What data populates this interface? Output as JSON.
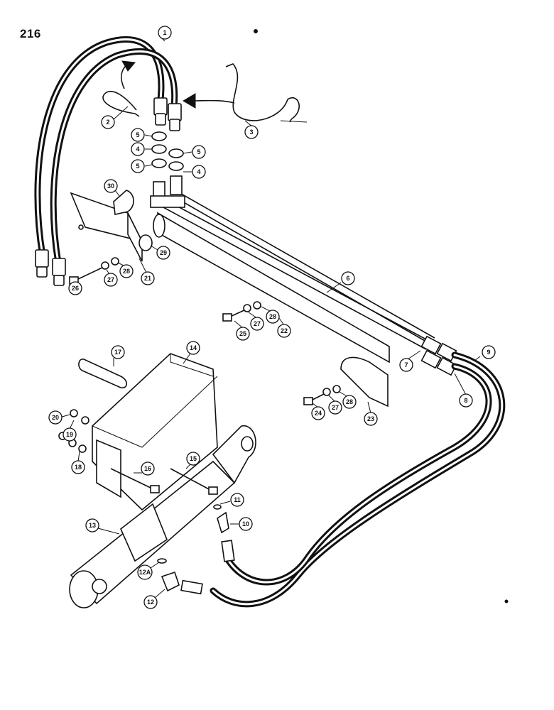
{
  "page_number": "216",
  "callouts": [
    {
      "id": "1"
    },
    {
      "id": "2"
    },
    {
      "id": "3"
    },
    {
      "id": "4"
    },
    {
      "id": "4"
    },
    {
      "id": "5"
    },
    {
      "id": "5"
    },
    {
      "id": "5"
    },
    {
      "id": "6"
    },
    {
      "id": "7"
    },
    {
      "id": "8"
    },
    {
      "id": "9"
    },
    {
      "id": "10"
    },
    {
      "id": "11"
    },
    {
      "id": "12"
    },
    {
      "id": "12A"
    },
    {
      "id": "13"
    },
    {
      "id": "14"
    },
    {
      "id": "15"
    },
    {
      "id": "16"
    },
    {
      "id": "17"
    },
    {
      "id": "18"
    },
    {
      "id": "19"
    },
    {
      "id": "20"
    },
    {
      "id": "21"
    },
    {
      "id": "22"
    },
    {
      "id": "23"
    },
    {
      "id": "24"
    },
    {
      "id": "25"
    },
    {
      "id": "26"
    },
    {
      "id": "27"
    },
    {
      "id": "27"
    },
    {
      "id": "27"
    },
    {
      "id": "28"
    },
    {
      "id": "28"
    },
    {
      "id": "28"
    },
    {
      "id": "29"
    },
    {
      "id": "30"
    }
  ]
}
